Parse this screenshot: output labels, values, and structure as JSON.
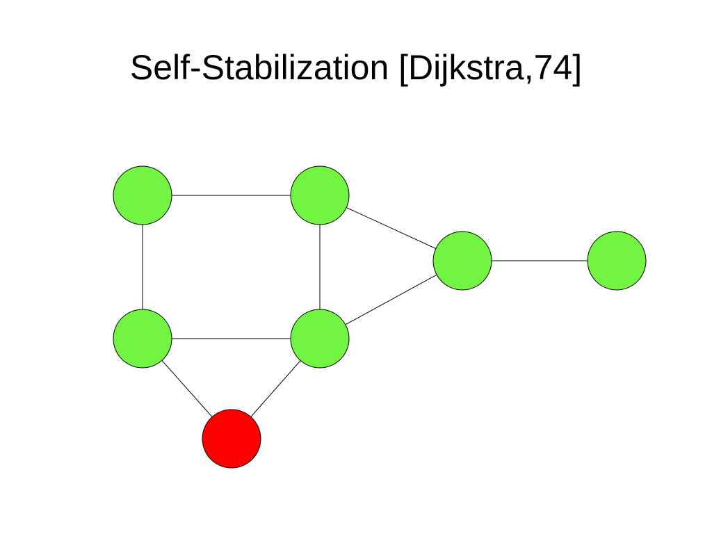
{
  "slide": {
    "title": "Self-Stabilization [Dijkstra,74]"
  },
  "graph": {
    "colors": {
      "normal_node": "#72F542",
      "faulty_node": "#FF0000",
      "edge": "#000000",
      "node_stroke": "#000000"
    },
    "nodes": [
      {
        "id": "n1",
        "state": "normal"
      },
      {
        "id": "n2",
        "state": "normal"
      },
      {
        "id": "n3",
        "state": "normal"
      },
      {
        "id": "n4",
        "state": "normal"
      },
      {
        "id": "n5",
        "state": "normal"
      },
      {
        "id": "n6",
        "state": "normal"
      },
      {
        "id": "n7",
        "state": "faulty"
      }
    ],
    "edges": [
      [
        "n1",
        "n2"
      ],
      [
        "n1",
        "n4"
      ],
      [
        "n2",
        "n5"
      ],
      [
        "n2",
        "n3"
      ],
      [
        "n3",
        "n6"
      ],
      [
        "n4",
        "n5"
      ],
      [
        "n5",
        "n3"
      ],
      [
        "n4",
        "n7"
      ],
      [
        "n5",
        "n7"
      ]
    ]
  }
}
